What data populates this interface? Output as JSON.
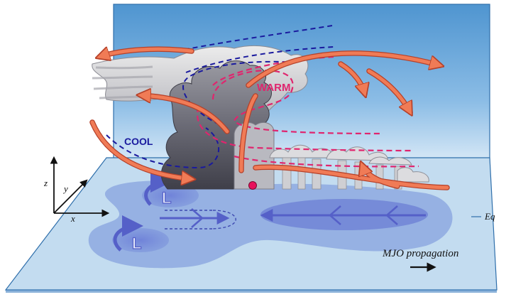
{
  "labels": {
    "warm": "WARM",
    "cool": "COOL",
    "axis_z": "z",
    "axis_y": "y",
    "axis_x": "x",
    "equator": "Eq",
    "propagation": "MJO propagation"
  },
  "colors": {
    "sky_top": "#5a9fd4",
    "sky_bottom": "#eef5fb",
    "floor": "#bdd7ee",
    "floor_edge": "#3a7ec0",
    "anomaly_region": "#8faee0",
    "low_pressure_fill": "#6a7fd6",
    "warm_anomaly": "#e0256e",
    "cool_anomaly": "#1a1a9e",
    "circulation_arrow": "#f07b56",
    "circulation_arrow_edge": "#b5412a",
    "low_symbol": "#5560c8",
    "cloud_dark": "#4a4a55",
    "cloud_light": "#e6e6e6",
    "rain_dot": "#e8115b"
  },
  "symbols": {
    "low_pressure": "L",
    "dot": "rain-center-dot"
  }
}
